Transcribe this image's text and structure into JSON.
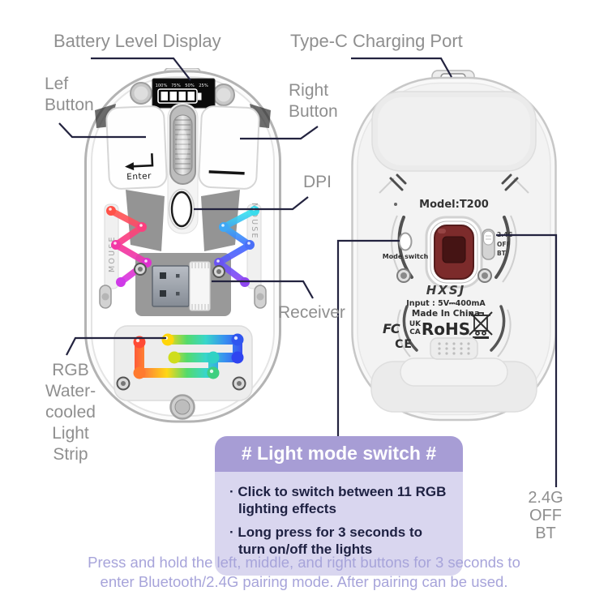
{
  "colors": {
    "accent_purple": "#a79dd5",
    "panel_lavender": "#d9d6ef",
    "label_gray": "#8f8f8f",
    "line_navy": "#23233f",
    "footer_purple": "#a7a4da",
    "bullet_navy": "#1e2142"
  },
  "callouts": {
    "battery": "Battery Level Display",
    "type_c": "Type-C Charging Port",
    "left_button": "Lef\nButton",
    "right_button": "Right\nButton",
    "dpi": "DPI",
    "receiver": "Receiver",
    "rgb_strip": "RGB\nWater-\ncooled\nLight\nStrip",
    "wireless_modes": "2.4G\nOFF\nBT"
  },
  "front_mouse": {
    "battery_levels": [
      "100%",
      "75%",
      "50%",
      "25%"
    ],
    "left_key_label": "Enter",
    "side_text": "MOUSE"
  },
  "back_mouse": {
    "model": "Model:T200",
    "mode_switch": "Mode switch",
    "switch_options": [
      "2.4G",
      "OFF",
      "BT"
    ],
    "brand": "HXSJ",
    "input_rating": "Input : 5V⎓400mA",
    "origin": "Made In China",
    "cert_fcc": "FC",
    "cert_uk": "UK",
    "cert_ca": "CA",
    "cert_rohs": "RoHS",
    "cert_ce": "CE"
  },
  "info_box": {
    "title": "# Light mode switch #",
    "bullets": [
      "· Click to switch between 11 RGB lighting effects",
      "· Long press for 3 seconds to turn on/off the lights"
    ]
  },
  "footer": "Press and hold the left, middle, and right buttons for 3 seconds to\nenter Bluetooth/2.4G pairing mode. After pairing can be used."
}
